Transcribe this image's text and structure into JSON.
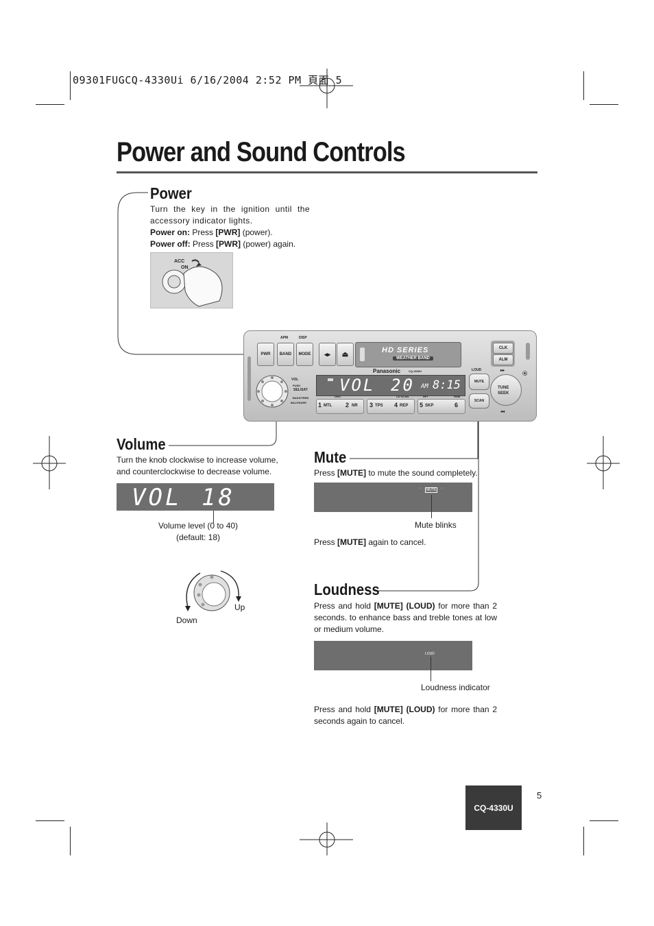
{
  "header": {
    "print_line": "09301FUGCQ-4330Ui 6/16/2004 2:52 PM 頁面 5"
  },
  "title": "Power and Sound Controls",
  "power": {
    "heading": "Power",
    "intro": "Turn the key in the ignition until the accessory indicator lights.",
    "on_label": "Power on:",
    "on_text_pre": "Press ",
    "on_key": "[PWR]",
    "on_text_post": " (power).",
    "off_label": "Power off:",
    "off_text_pre": "Press ",
    "off_key": "[PWR]",
    "off_text_post": " (power) again.",
    "key_acc": "ACC",
    "key_on": "ON"
  },
  "unit": {
    "labels": {
      "apm": "APM",
      "disp": "DISP",
      "pwr": "PWR",
      "band": "BAND",
      "mode": "MODE",
      "hd_series": "HD SERIES",
      "weather_band": "WEATHER BAND",
      "brand": "Panasonic",
      "model": "CQ-4330U",
      "clk": "CLK",
      "alm": "ALM",
      "loud": "LOUD",
      "mute": "MUTE",
      "scan": "SCAN",
      "tune_seek_1": "TUNE",
      "tune_seek_2": "SEEK",
      "vol": "VOL",
      "push": "PUSH",
      "sel_sat": "SEL/SAT",
      "bass_treb": "BASS/TREB",
      "bal_fader": "BAL/FADER",
      "disc": "DISC",
      "cd_scan": "CD SCAN",
      "rpt": "RPT",
      "rdm": "RDM"
    },
    "display": {
      "left": "VOL",
      "value": "20",
      "am": "AM",
      "clock": "8:15"
    },
    "presets": [
      {
        "num": "1",
        "label": "MTL"
      },
      {
        "num": "2",
        "label": "NR"
      },
      {
        "num": "3",
        "label": "TPS"
      },
      {
        "num": "4",
        "label": "REP"
      },
      {
        "num": "5",
        "label": "SKP"
      },
      {
        "num": "6",
        "label": ""
      }
    ]
  },
  "volume": {
    "heading": "Volume",
    "text": "Turn the knob clockwise to increase volume, and counterclockwise to decrease volume.",
    "display_label": "VOL",
    "display_value": "18",
    "caption_line1": "Volume level (0 to 40)",
    "caption_line2": "(default: 18)",
    "down": "Down",
    "up": "Up"
  },
  "mute": {
    "heading": "Mute",
    "text_pre": "Press ",
    "key": "[MUTE]",
    "text_post": " to mute the sound completely.",
    "indicator": "MUTE",
    "caption": "Mute blinks",
    "cancel_pre": "Press ",
    "cancel_key": "[MUTE]",
    "cancel_post": " again to cancel."
  },
  "loudness": {
    "heading": "Loudness",
    "text_pre": "Press and hold ",
    "key": "[MUTE] (LOUD)",
    "text_post": " for more than 2 seconds.  to enhance bass and treble tones at low or medium volume.",
    "indicator": "LOUD",
    "caption": "Loudness indicator",
    "cancel_pre": "Press and hold ",
    "cancel_key": "[MUTE] (LOUD)",
    "cancel_post": " for more than 2 seconds again to cancel."
  },
  "footer": {
    "page_number": "5",
    "model": "CQ-4330U"
  }
}
